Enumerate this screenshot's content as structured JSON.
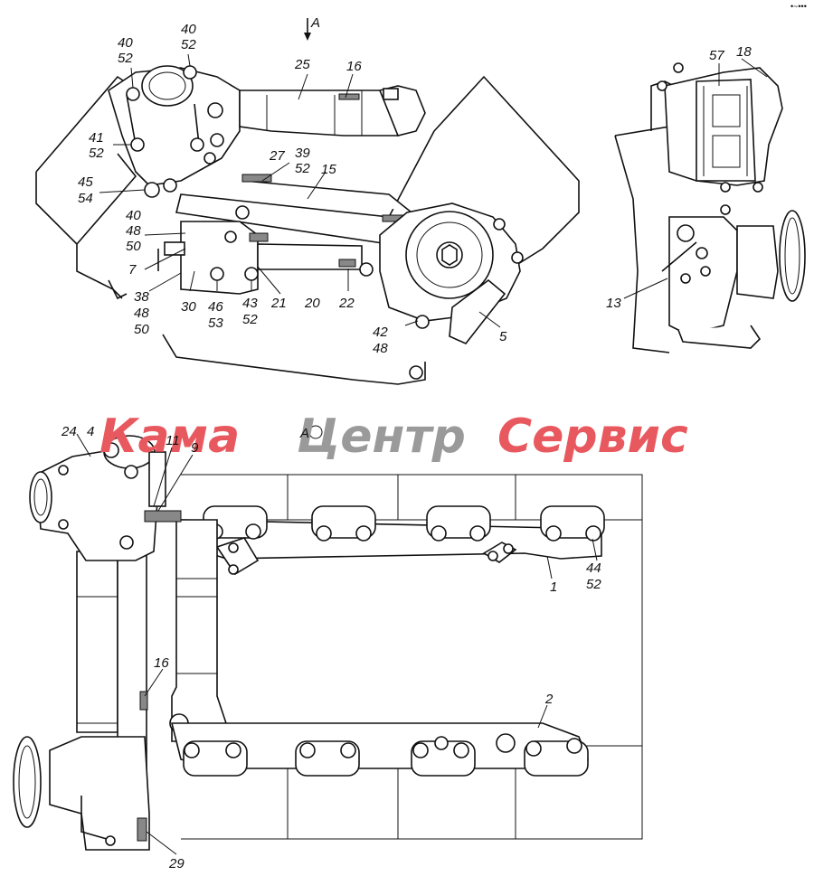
{
  "watermark": {
    "part1": "Кама",
    "part2": "Центр",
    "part3": "Сервис",
    "color_red": "#e8595f",
    "color_gray": "#9a9a9a"
  },
  "corner_mark": "•~•••",
  "view_a": {
    "arrow_label": "A",
    "section_label": "A"
  },
  "labels": {
    "l40a": "40",
    "l52a": "52",
    "l40b": "40",
    "l52b": "52",
    "l25": "25",
    "l16a": "16",
    "l41": "41",
    "l52c": "52",
    "l27": "27",
    "l39": "39",
    "l52d": "52",
    "l15": "15",
    "l45": "45",
    "l54": "54",
    "l40c": "40",
    "l48a": "48",
    "l50a": "50",
    "l7": "7",
    "l38": "38",
    "l48b": "48",
    "l50b": "50",
    "l30": "30",
    "l46": "46",
    "l53": "53",
    "l43": "43",
    "l52e": "52",
    "l21": "21",
    "l20": "20",
    "l22": "22",
    "l42": "42",
    "l48c": "48",
    "l5": "5",
    "l57": "57",
    "l18": "18",
    "l13": "13",
    "l24": "24",
    "l4": "4",
    "l11": "11",
    "l9": "9",
    "l1": "1",
    "l44": "44",
    "l52f": "52",
    "l16b": "16",
    "l2": "2",
    "l29": "29"
  }
}
